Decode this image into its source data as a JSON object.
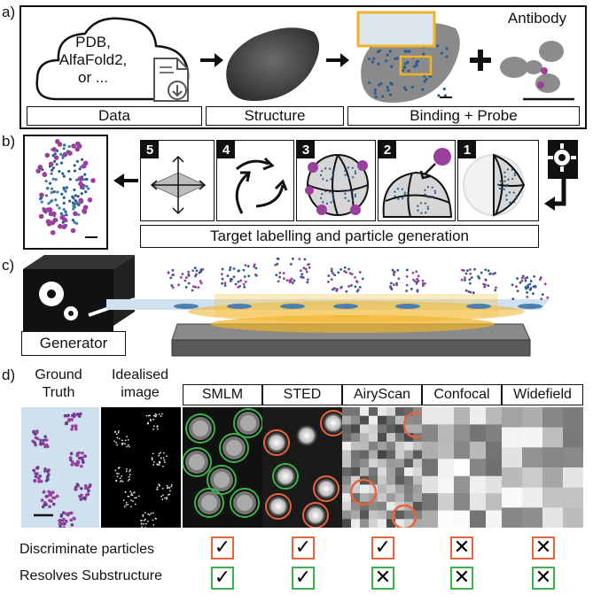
{
  "panels": {
    "a": "a)",
    "b": "b)",
    "c": "c)",
    "d": "d)"
  },
  "panel_a": {
    "cloud_text": [
      "PDB,",
      "AlfaFold2,",
      "or ..."
    ],
    "antibody_label": "Antibody",
    "labels": [
      "Data",
      "Structure",
      "Binding + Probe"
    ]
  },
  "panel_b": {
    "steps": [
      "5",
      "4",
      "3",
      "2",
      "1"
    ],
    "caption": "Target labelling and particle generation"
  },
  "panel_c": {
    "generator_label": "Generator"
  },
  "panel_d": {
    "ground_truth_label": [
      "Ground",
      "Truth"
    ],
    "idealised_label": [
      "Idealised",
      "image"
    ],
    "modalities": [
      "SMLM",
      "STED",
      "AiryScan",
      "Confocal",
      "Widefield"
    ],
    "rows": [
      {
        "label": "Discriminate particles",
        "color": "#e8643c",
        "marks": [
          "check",
          "check",
          "check",
          "cross",
          "cross"
        ]
      },
      {
        "label": "Resolves Substructure",
        "color": "#3cb34a",
        "marks": [
          "check",
          "check",
          "cross",
          "cross",
          "cross"
        ]
      }
    ],
    "symbols": {
      "check": "✓",
      "cross": "✕"
    }
  },
  "colors": {
    "orange": "#e8643c",
    "green": "#3cb34a",
    "gold": "#f0b429",
    "purple": "#9b3f9e",
    "blue": "#2a5d8c",
    "light_blue": "#cfe0ee"
  }
}
